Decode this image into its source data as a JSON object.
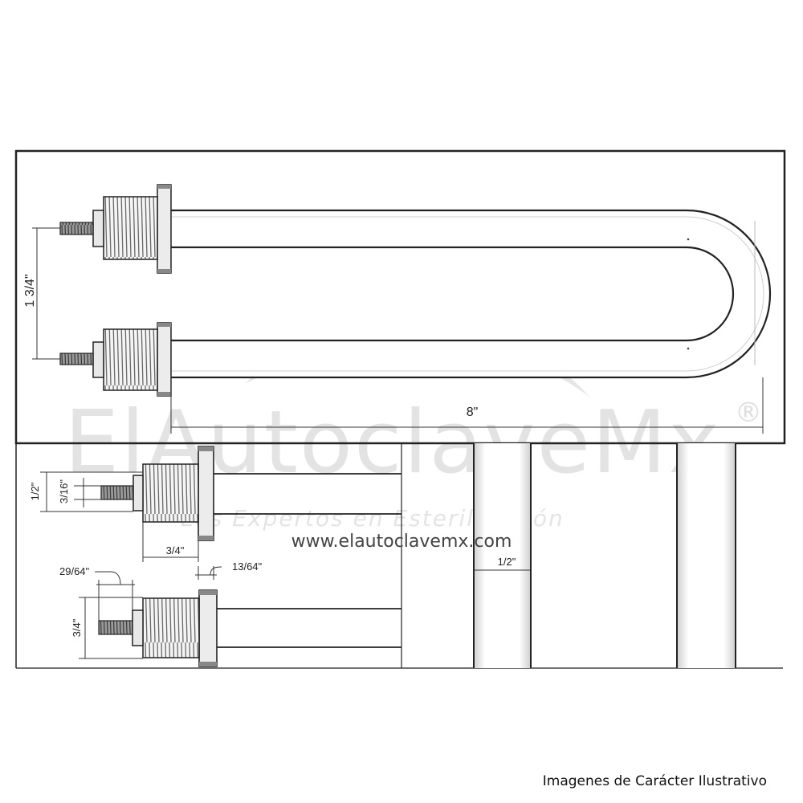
{
  "drawing": {
    "dimensions": {
      "center_distance": "1 3/4\"",
      "length": "8\"",
      "thread_height": "1/2\"",
      "stud_diameter": "3/16\"",
      "thread_length": "3/4\"",
      "stud_offset": "29/64\"",
      "flange_thickness": "13/64\"",
      "flange_height": "3/4\"",
      "tube_diameter": "1/2\""
    }
  },
  "watermark": {
    "brand": "ElAutoclaveMx",
    "registered": "®",
    "tagline": "Los Expertos en Esterilización",
    "url": "www.elautoclavemx.com"
  },
  "footer": {
    "caption": "Imagenes de Carácter Ilustrativo"
  }
}
